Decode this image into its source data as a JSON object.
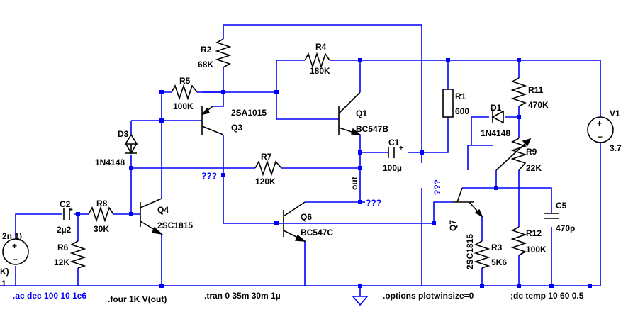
{
  "components": {
    "R2": {
      "name": "R2",
      "value": "68K"
    },
    "R4": {
      "name": "R4",
      "value": "180K"
    },
    "R5": {
      "name": "R5",
      "value": "100K"
    },
    "R1": {
      "name": "R1",
      "value": "600"
    },
    "R11": {
      "name": "R11",
      "value": "470K"
    },
    "R7": {
      "name": "R7",
      "value": "120K"
    },
    "R8": {
      "name": "R8",
      "value": "30K"
    },
    "R6": {
      "name": "R6",
      "value": "12K"
    },
    "R3": {
      "name": "R3",
      "value": "5K6"
    },
    "R9": {
      "name": "R9",
      "value": "22K"
    },
    "R12": {
      "name": "R12",
      "value": "100K"
    },
    "Q1": {
      "name": "Q1",
      "value": "BC547B"
    },
    "Q3": {
      "name": "Q3",
      "value": "2SA1015"
    },
    "Q4": {
      "name": "Q4",
      "value": "2SC1815"
    },
    "Q6": {
      "name": "Q6",
      "value": "BC547C"
    },
    "Q7": {
      "name": "Q7",
      "value": "2SC1815"
    },
    "D1": {
      "name": "D1",
      "value": "1N4148"
    },
    "D3": {
      "name": "D3",
      "value": "1N4148"
    },
    "C1": {
      "name": "C1",
      "value": "100µ"
    },
    "C2": {
      "name": "C2",
      "value": "2µ2"
    },
    "C5": {
      "name": "C5",
      "value": "470p"
    },
    "V1": {
      "name": "V1",
      "value": "3.7"
    }
  },
  "source_fragments": {
    "line1": "2n 1)",
    "line2": "K)",
    "line3": "1"
  },
  "net_labels": {
    "out": "out",
    "unknown_a": "???",
    "unknown_b": "???",
    "unknown_c": "???"
  },
  "directives": {
    "ac": ".ac dec 100 10 1e6",
    "four": ".four 1K V(out)",
    "tran": ".tran 0 35m 30m 1µ",
    "options": ".options plotwinsize=0",
    "dc_comment": ";dc temp 10 60 0.5"
  },
  "polarity_marks": {
    "plus": "+",
    "minus": "−"
  },
  "colors": {
    "wire": "#0000ff",
    "component": "#000000",
    "directive": "#0000ff",
    "comment": "#000000",
    "background": "#ffffff"
  }
}
